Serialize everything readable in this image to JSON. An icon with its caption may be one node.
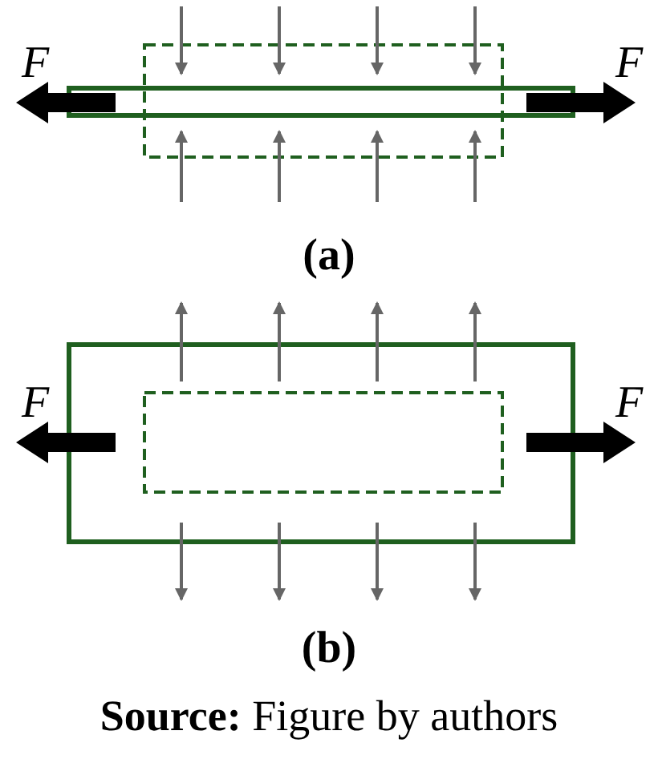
{
  "diagram": {
    "caption": "**Source:** Figure by authors",
    "labels": [
      "F",
      "F",
      "(a)",
      "F",
      "F",
      "(b)"
    ]
  }
}
